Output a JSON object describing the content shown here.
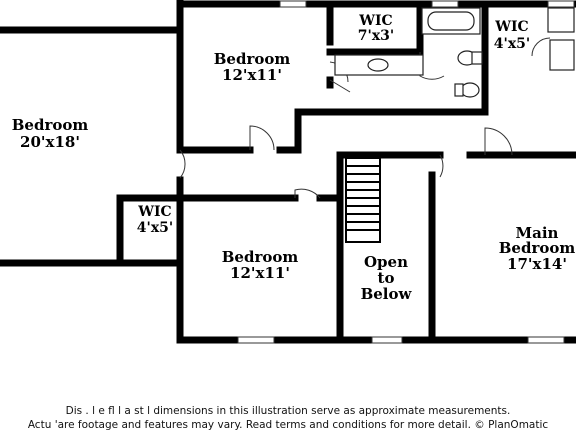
{
  "rooms": {
    "bedroom_left": {
      "name": "Bedroom",
      "size": "20'x18'"
    },
    "bedroom_top": {
      "name": "Bedroom",
      "size": "12'x11'"
    },
    "wic_top": {
      "name": "WIC",
      "size": "7'x3'"
    },
    "wic_right": {
      "name": "WIC",
      "size": "4'x5'"
    },
    "wic_left": {
      "name": "WIC",
      "size": "4'x5'"
    },
    "bedroom_bottom": {
      "name": "Bedroom",
      "size": "12'x11'"
    },
    "open_below": {
      "line1": "Open",
      "line2": "to",
      "line3": "Below"
    },
    "main_bedroom": {
      "line1": "Main",
      "line2": "Bedroom",
      "size": "17'x14'"
    }
  },
  "disclaimer": {
    "line1": "Dis         . l     e fl    l    a       st     l dimensions in this illustration serve as approximate measurements.",
    "line2": "Actu     'are footage and features may vary. Read terms and conditions for more detail. © PlanOmatic"
  }
}
